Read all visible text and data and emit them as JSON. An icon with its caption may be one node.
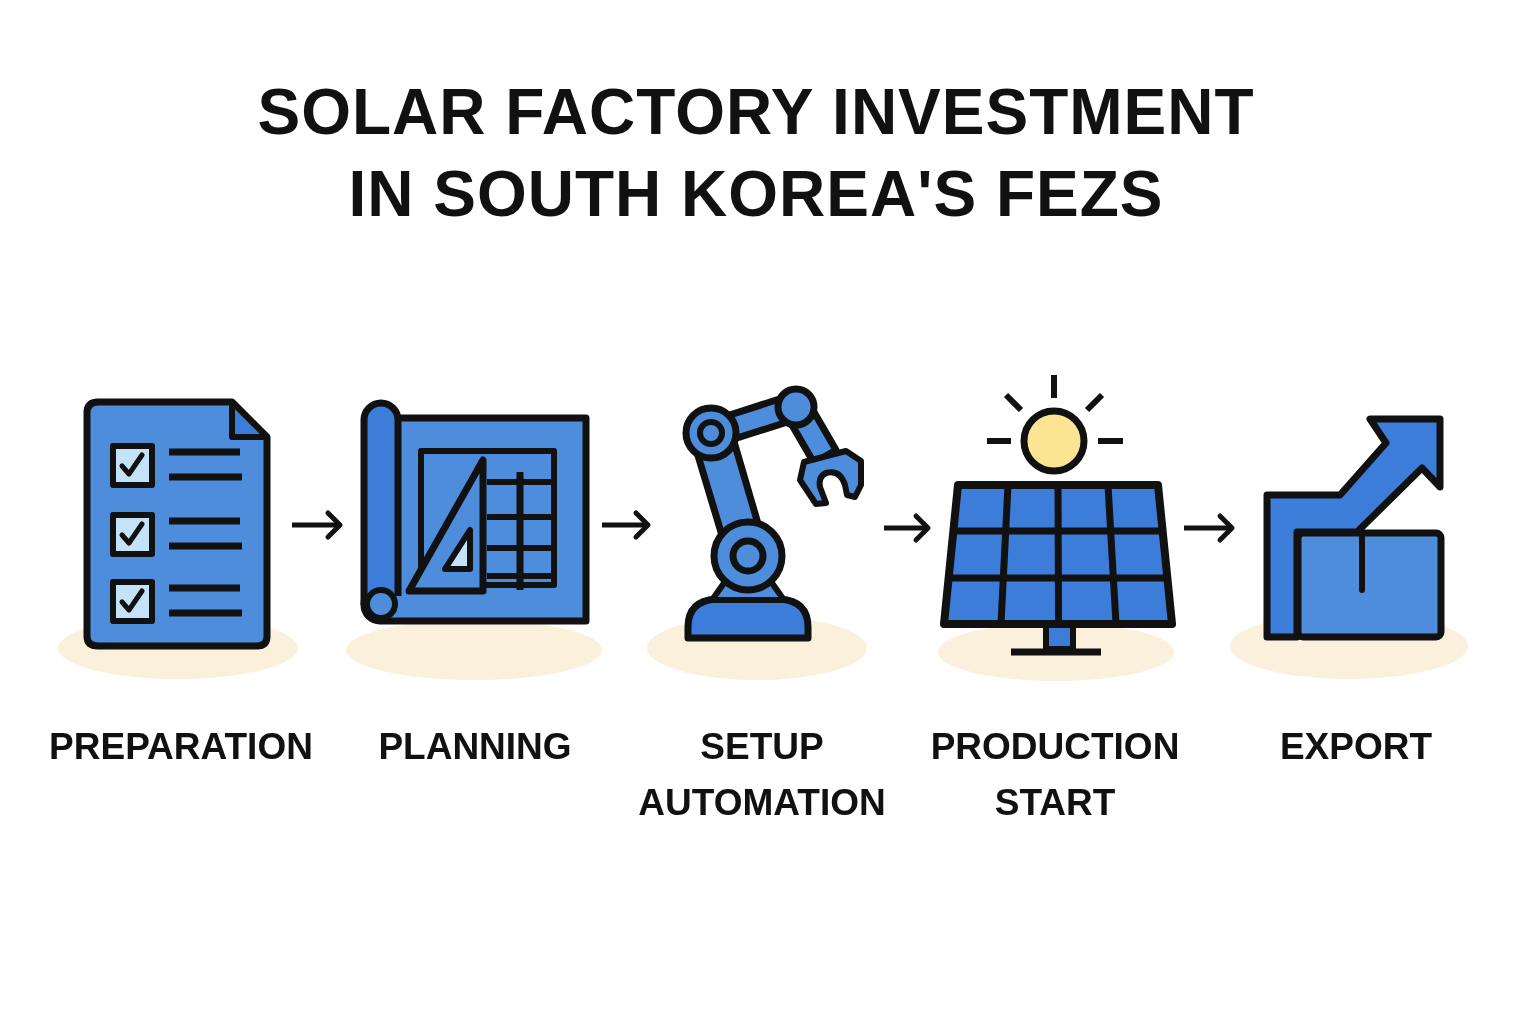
{
  "diagram": {
    "title": "SOLAR FACTORY INVESTMENT IN SOUTH KOREA'S FEZS",
    "nodes": [
      {
        "text": [],
        "shape": "picture",
        "beside": [
          "PREPARATION"
        ]
      },
      {
        "text": [],
        "shape": "picture",
        "beside": [
          "PLANNING"
        ]
      },
      {
        "text": [],
        "shape": "picture",
        "beside": [
          "SETUP AUTOMATION"
        ]
      },
      {
        "text": [],
        "shape": "picture",
        "beside": [
          "PRODUCTION START"
        ]
      },
      {
        "text": [],
        "shape": "picture",
        "beside": [
          "EXPORT"
        ]
      }
    ],
    "edges": [
      {
        "from": 0,
        "to": 1,
        "arrow": "to"
      },
      {
        "from": 1,
        "to": 2,
        "arrow": "to"
      },
      {
        "from": 2,
        "to": 3,
        "arrow": "to"
      },
      {
        "from": 3,
        "to": 4,
        "arrow": "to"
      }
    ]
  }
}
